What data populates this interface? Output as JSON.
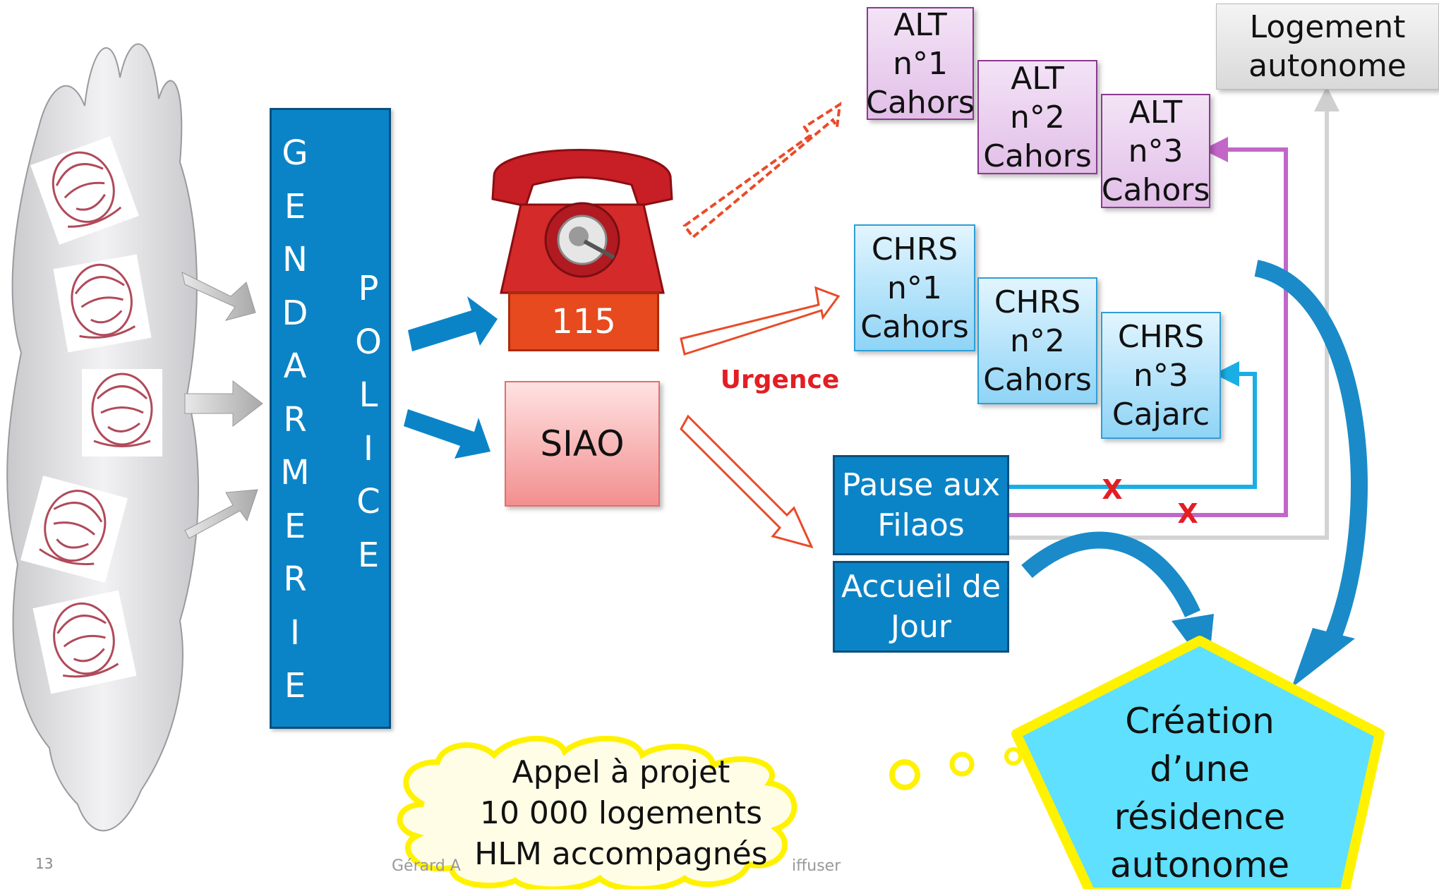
{
  "colors": {
    "accent_blue": "#0b84c7",
    "urgence_red": "#e31e24",
    "phone_red": "#d42a2a",
    "line_magenta": "#c266c8",
    "line_cyan": "#1aaee5",
    "pentagon_fill": "#5fe0ff",
    "pentagon_border": "#fff200"
  },
  "gendarmerie_letters": [
    "G",
    "E",
    "N",
    "D",
    "A",
    "R",
    "M",
    "E",
    "R",
    "I",
    "E"
  ],
  "police_letters": [
    "P",
    "O",
    "L",
    "I",
    "C",
    "E"
  ],
  "box_115": "115",
  "box_siao": "SIAO",
  "urgence_label": "Urgence",
  "alt_boxes": [
    "ALT\nn°1\nCahors",
    "ALT\nn°2\nCahors",
    "ALT\nn°3\nCahors"
  ],
  "chrs_boxes": [
    "CHRS\nn°1\nCahors",
    "CHRS\nn°2\nCahors",
    "CHRS\nn°3\nCajarc"
  ],
  "logement_autonome": "Logement\nautonome",
  "pause_filaos": "Pause aux\nFilaos",
  "accueil_jour": "Accueil de\nJour",
  "creation_residence": "Création\nd’une\nrésidence\nautonome",
  "appel_projet": "Appel à projet\n10 000 logements\nHLM accompagnés",
  "x_marks": [
    "X",
    "X"
  ],
  "slide_number": "13",
  "footer_left": "Gérard A",
  "footer_right": "iffuser",
  "icons": [
    "telephone-icon",
    "person-crying-icon"
  ]
}
